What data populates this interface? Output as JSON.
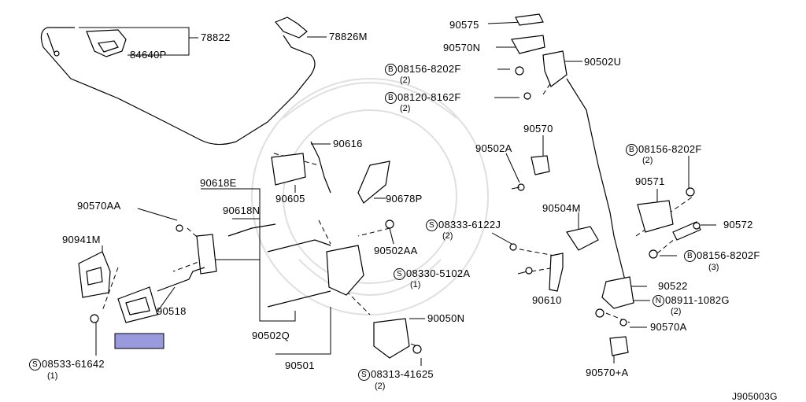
{
  "diagram_code": "J905003G",
  "highlight_color": "#9999dd",
  "labels": {
    "p78822": "78822",
    "p84640p": "84640P",
    "p78826m": "78826M",
    "p90575": "90575",
    "p90570n": "90570N",
    "p90502u": "90502U",
    "b1_num": "08156-8202F",
    "b1_qty": "(2)",
    "b1_sym": "B",
    "b2_num": "08120-8162F",
    "b2_qty": "(2)",
    "b2_sym": "B",
    "p90616": "90616",
    "p90570": "90570",
    "p90502a": "90502A",
    "b3_num": "08156-8202F",
    "b3_qty": "(2)",
    "b3_sym": "B",
    "p90618e": "90618E",
    "p90570aa": "90570AA",
    "p90618n": "90618N",
    "p90605": "90605",
    "p90678p": "90678P",
    "p90571": "90571",
    "p90504m": "90504M",
    "s1_num": "08333-6122J",
    "s1_qty": "(2)",
    "s1_sym": "S",
    "p90572": "90572",
    "p90941m": "90941M",
    "p90502aa": "90502AA",
    "b4_num": "08156-8202F",
    "b4_qty": "(3)",
    "b4_sym": "B",
    "s2_num": "08330-5102A",
    "s2_qty": "(1)",
    "s2_sym": "S",
    "p90522": "90522",
    "n1_num": "08911-1082G",
    "n1_qty": "(2)",
    "n1_sym": "N",
    "p90518": "90518",
    "p90610": "90610",
    "p90570a": "90570A",
    "p90050n": "90050N",
    "p90502q": "90502Q",
    "p90501": "90501",
    "s3_num": "08533-61642",
    "s3_qty": "(1)",
    "s3_sym": "S",
    "s4_num": "08313-41625",
    "s4_qty": "(2)",
    "s4_sym": "S",
    "p90570plusa": "90570+A"
  }
}
